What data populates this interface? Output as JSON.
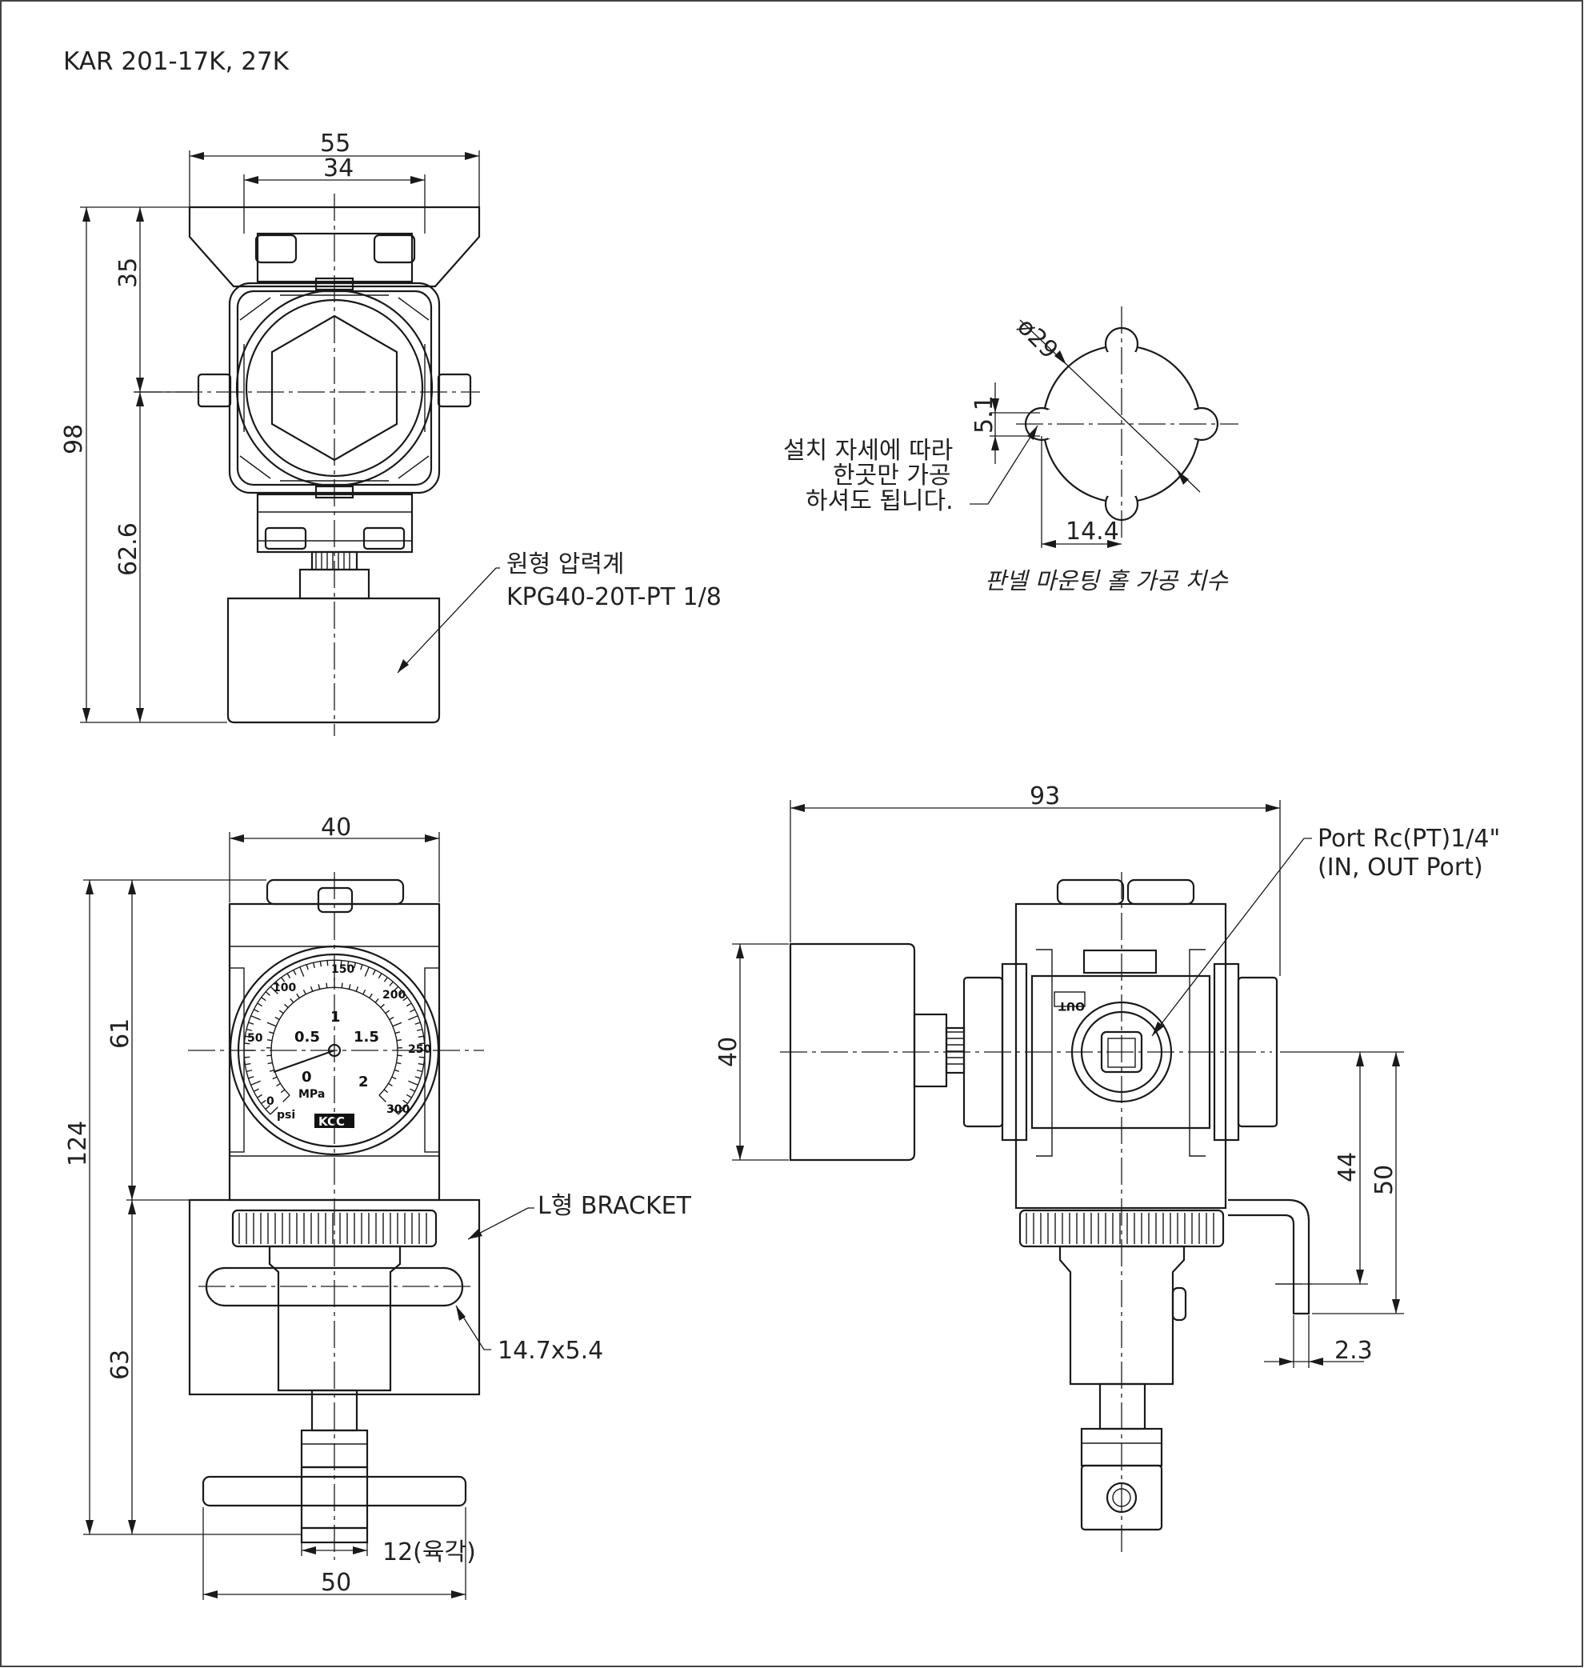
{
  "title": "KAR 201-17K, 27K",
  "top_view": {
    "dim_overall_width": "55",
    "dim_inner_width": "34",
    "dim_height_total": "98",
    "dim_upper": "35",
    "dim_lower": "62.6",
    "gauge_callout_line1": "원형 압력계",
    "gauge_callout_line2": "KPG40-20T-PT 1/8"
  },
  "panel_mount": {
    "dim_diameter": "ø29",
    "dim_slot": "5.1",
    "dim_offset": "14.4",
    "note_line1": "설치 자세에 따라",
    "note_line2": "한곳만 가공",
    "note_line3": "하셔도 됩니다.",
    "caption": "판넬 마운팅 홀 가공 치수"
  },
  "front_view": {
    "dim_body_width": "40",
    "dim_height_total": "124",
    "dim_upper": "61",
    "dim_lower": "63",
    "bracket_label": "L형 BRACKET",
    "slot_label": "14.7x5.4",
    "hex_label": "12(육각)",
    "dim_handle_width": "50",
    "gauge": {
      "psi_scale": [
        "0",
        "50",
        "100",
        "150",
        "200",
        "250",
        "300"
      ],
      "mpa_scale": [
        "0",
        "0.5",
        "1",
        "1.5",
        "2"
      ],
      "unit_mpa": "MPa",
      "unit_psi": "psi",
      "brand": "KCC"
    }
  },
  "side_view": {
    "dim_overall_length": "93",
    "dim_gauge_dia": "40",
    "dim_bracket_44": "44",
    "dim_bracket_50": "50",
    "dim_thickness": "2.3",
    "port_label_line1": "Port Rc(PT)1/4\"",
    "port_label_line2": "(IN, OUT Port)",
    "out_mark": "OUT"
  }
}
